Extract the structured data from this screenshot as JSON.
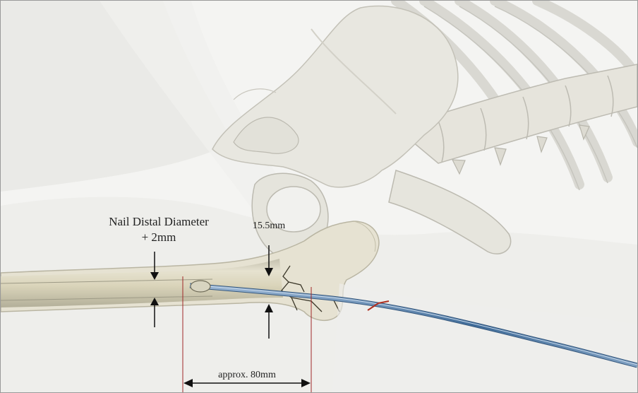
{
  "annotations": {
    "nail_diameter_line1": "Nail Distal Diameter",
    "nail_diameter_line2": "+ 2mm",
    "proximal_diameter": "15.5mm",
    "length": "approx. 80mm"
  },
  "colors": {
    "background": "#f2f2f0",
    "bone": "#e9e8e1",
    "bone_shadow": "#c9c7bd",
    "soft_tissue": "#ebeae6",
    "guide_lines": "#a02828",
    "arrows": "#111111",
    "guide_wire": "#5a7fa8",
    "cortex_band": "#c8b88a"
  }
}
